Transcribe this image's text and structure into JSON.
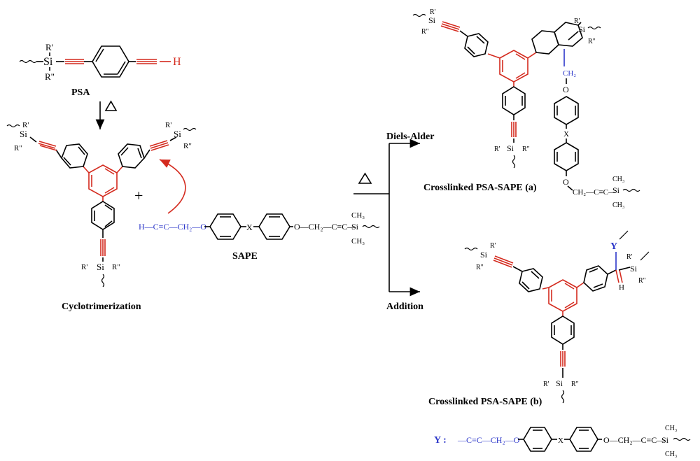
{
  "labels": {
    "psa": "PSA",
    "sape": "SAPE",
    "cyclo": "Cyclotrimerization",
    "diels_alder": "Diels-Alder",
    "addition": "Addition",
    "product_a": "Crosslinked PSA-SAPE (a)",
    "product_b": "Crosslinked PSA-SAPE (b)",
    "plus": "+",
    "y_label": "Y :"
  },
  "atoms": {
    "si": "Si",
    "r1": "R'",
    "r2": "R\"",
    "h": "H",
    "x": "X",
    "o": "O",
    "y": "Y",
    "ch2": "CH₂",
    "ch3": "CH₃",
    "triple_h": "≡C—H",
    "sape_left": "H—C≡C—CH₂—O",
    "sape_right": "O—CH₂—C≡C—",
    "ch2_c_triple": "CH₂—C≡C—",
    "y_chain_left": "—C≡C—CH₂—O",
    "y_chain_right": "O—CH₂—C≡C—"
  },
  "colors": {
    "red": "#d42a1e",
    "blue": "#2b36c9",
    "black": "#000000"
  }
}
